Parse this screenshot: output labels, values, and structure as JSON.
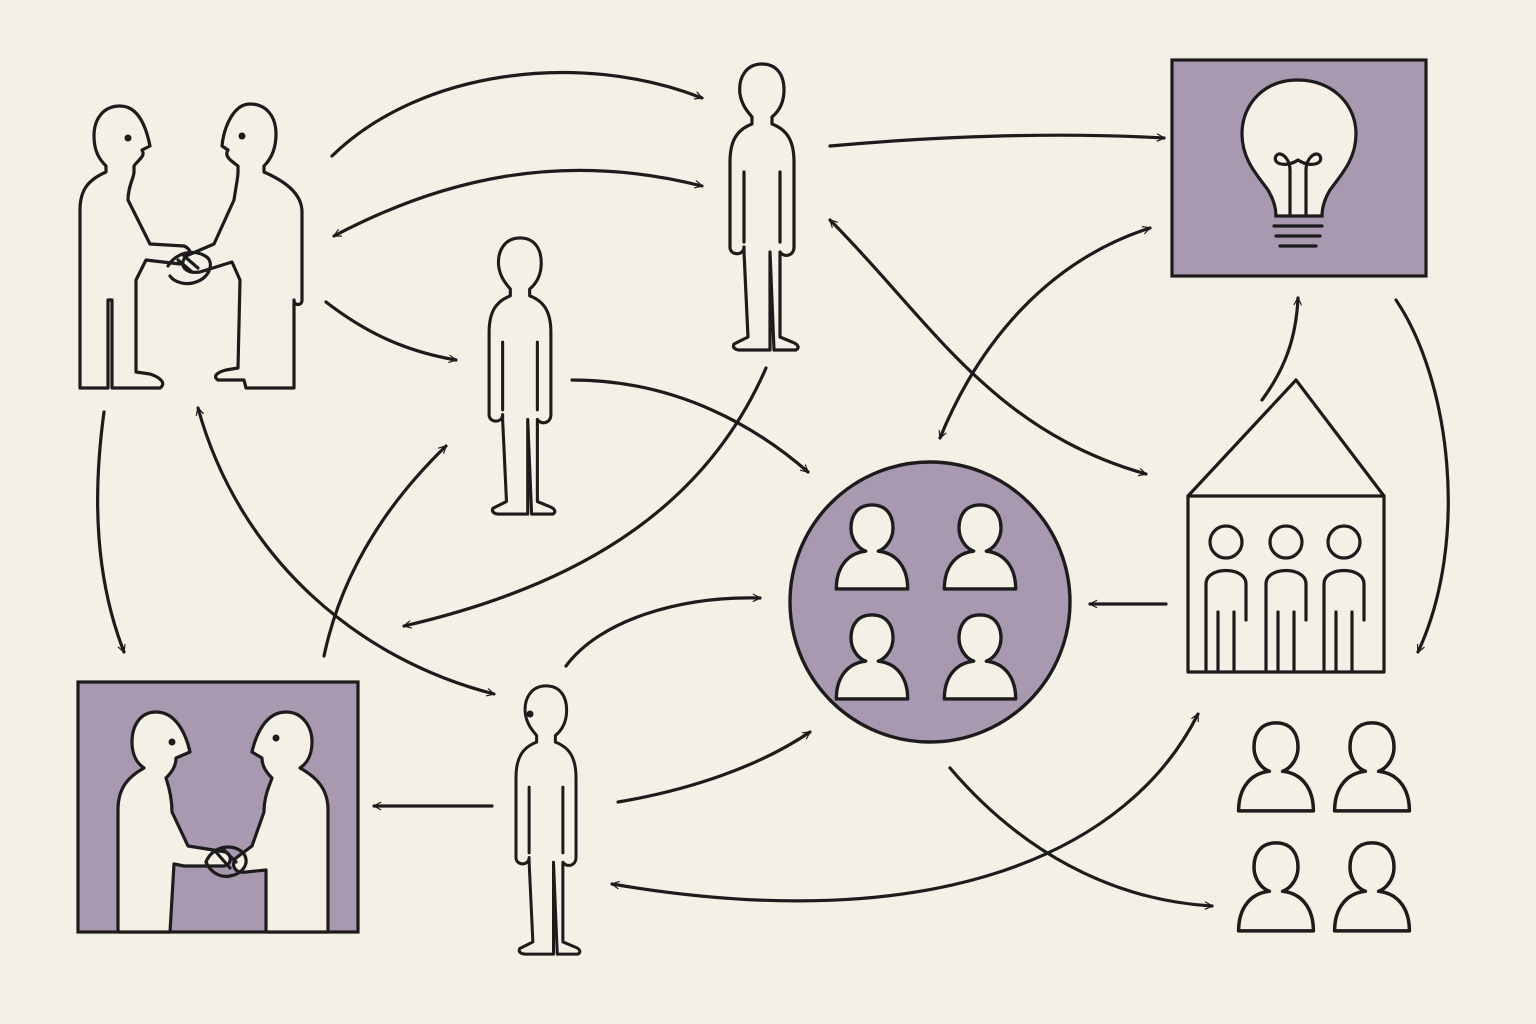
{
  "diagram": {
    "kind": "network-of-people",
    "colors": {
      "background": "#f4f0e6",
      "ink": "#1c1c1c",
      "accent": "#a898b0"
    },
    "nodes": [
      {
        "id": "handshake-pair",
        "icon": "two-people-shaking-hands-icon",
        "filled": false
      },
      {
        "id": "person-top",
        "icon": "person-icon",
        "filled": false
      },
      {
        "id": "person-middle",
        "icon": "person-icon",
        "filled": false
      },
      {
        "id": "idea-box",
        "icon": "lightbulb-icon",
        "filled": true
      },
      {
        "id": "group-circle",
        "icon": "four-people-group-icon",
        "filled": true
      },
      {
        "id": "community-house",
        "icon": "house-with-people-icon",
        "filled": false
      },
      {
        "id": "handshake-box",
        "icon": "handshake-in-box-icon",
        "filled": true
      },
      {
        "id": "person-bottom",
        "icon": "person-icon",
        "filled": false
      },
      {
        "id": "crowd",
        "icon": "four-people-icon",
        "filled": false
      }
    ],
    "edges": [
      {
        "from": "handshake-pair",
        "to": "person-top",
        "direction": "one-way"
      },
      {
        "from": "handshake-pair",
        "to": "person-top",
        "direction": "two-way"
      },
      {
        "from": "handshake-pair",
        "to": "person-middle",
        "direction": "one-way"
      },
      {
        "from": "handshake-pair",
        "to": "handshake-box",
        "direction": "one-way"
      },
      {
        "from": "handshake-pair",
        "to": "person-bottom",
        "direction": "two-way"
      },
      {
        "from": "person-top",
        "to": "idea-box",
        "direction": "one-way"
      },
      {
        "from": "person-top",
        "to": "community-house",
        "direction": "two-way"
      },
      {
        "from": "idea-box",
        "to": "group-circle",
        "direction": "two-way"
      },
      {
        "from": "person-top",
        "to": "person-bottom",
        "direction": "one-way"
      },
      {
        "from": "person-middle",
        "to": "group-circle",
        "direction": "one-way"
      },
      {
        "from": "handshake-box",
        "to": "person-middle",
        "direction": "one-way"
      },
      {
        "from": "person-bottom",
        "to": "handshake-box",
        "direction": "one-way"
      },
      {
        "from": "person-bottom",
        "to": "group-circle",
        "direction": "one-way"
      },
      {
        "from": "person-bottom",
        "to": "group-circle",
        "direction": "one-way"
      },
      {
        "from": "community-house",
        "to": "group-circle",
        "direction": "one-way"
      },
      {
        "from": "community-house",
        "to": "idea-box",
        "direction": "one-way"
      },
      {
        "from": "idea-box",
        "to": "crowd",
        "direction": "one-way"
      },
      {
        "from": "group-circle",
        "to": "crowd",
        "direction": "one-way"
      },
      {
        "from": "community-house",
        "to": "person-bottom",
        "direction": "two-way"
      }
    ]
  }
}
